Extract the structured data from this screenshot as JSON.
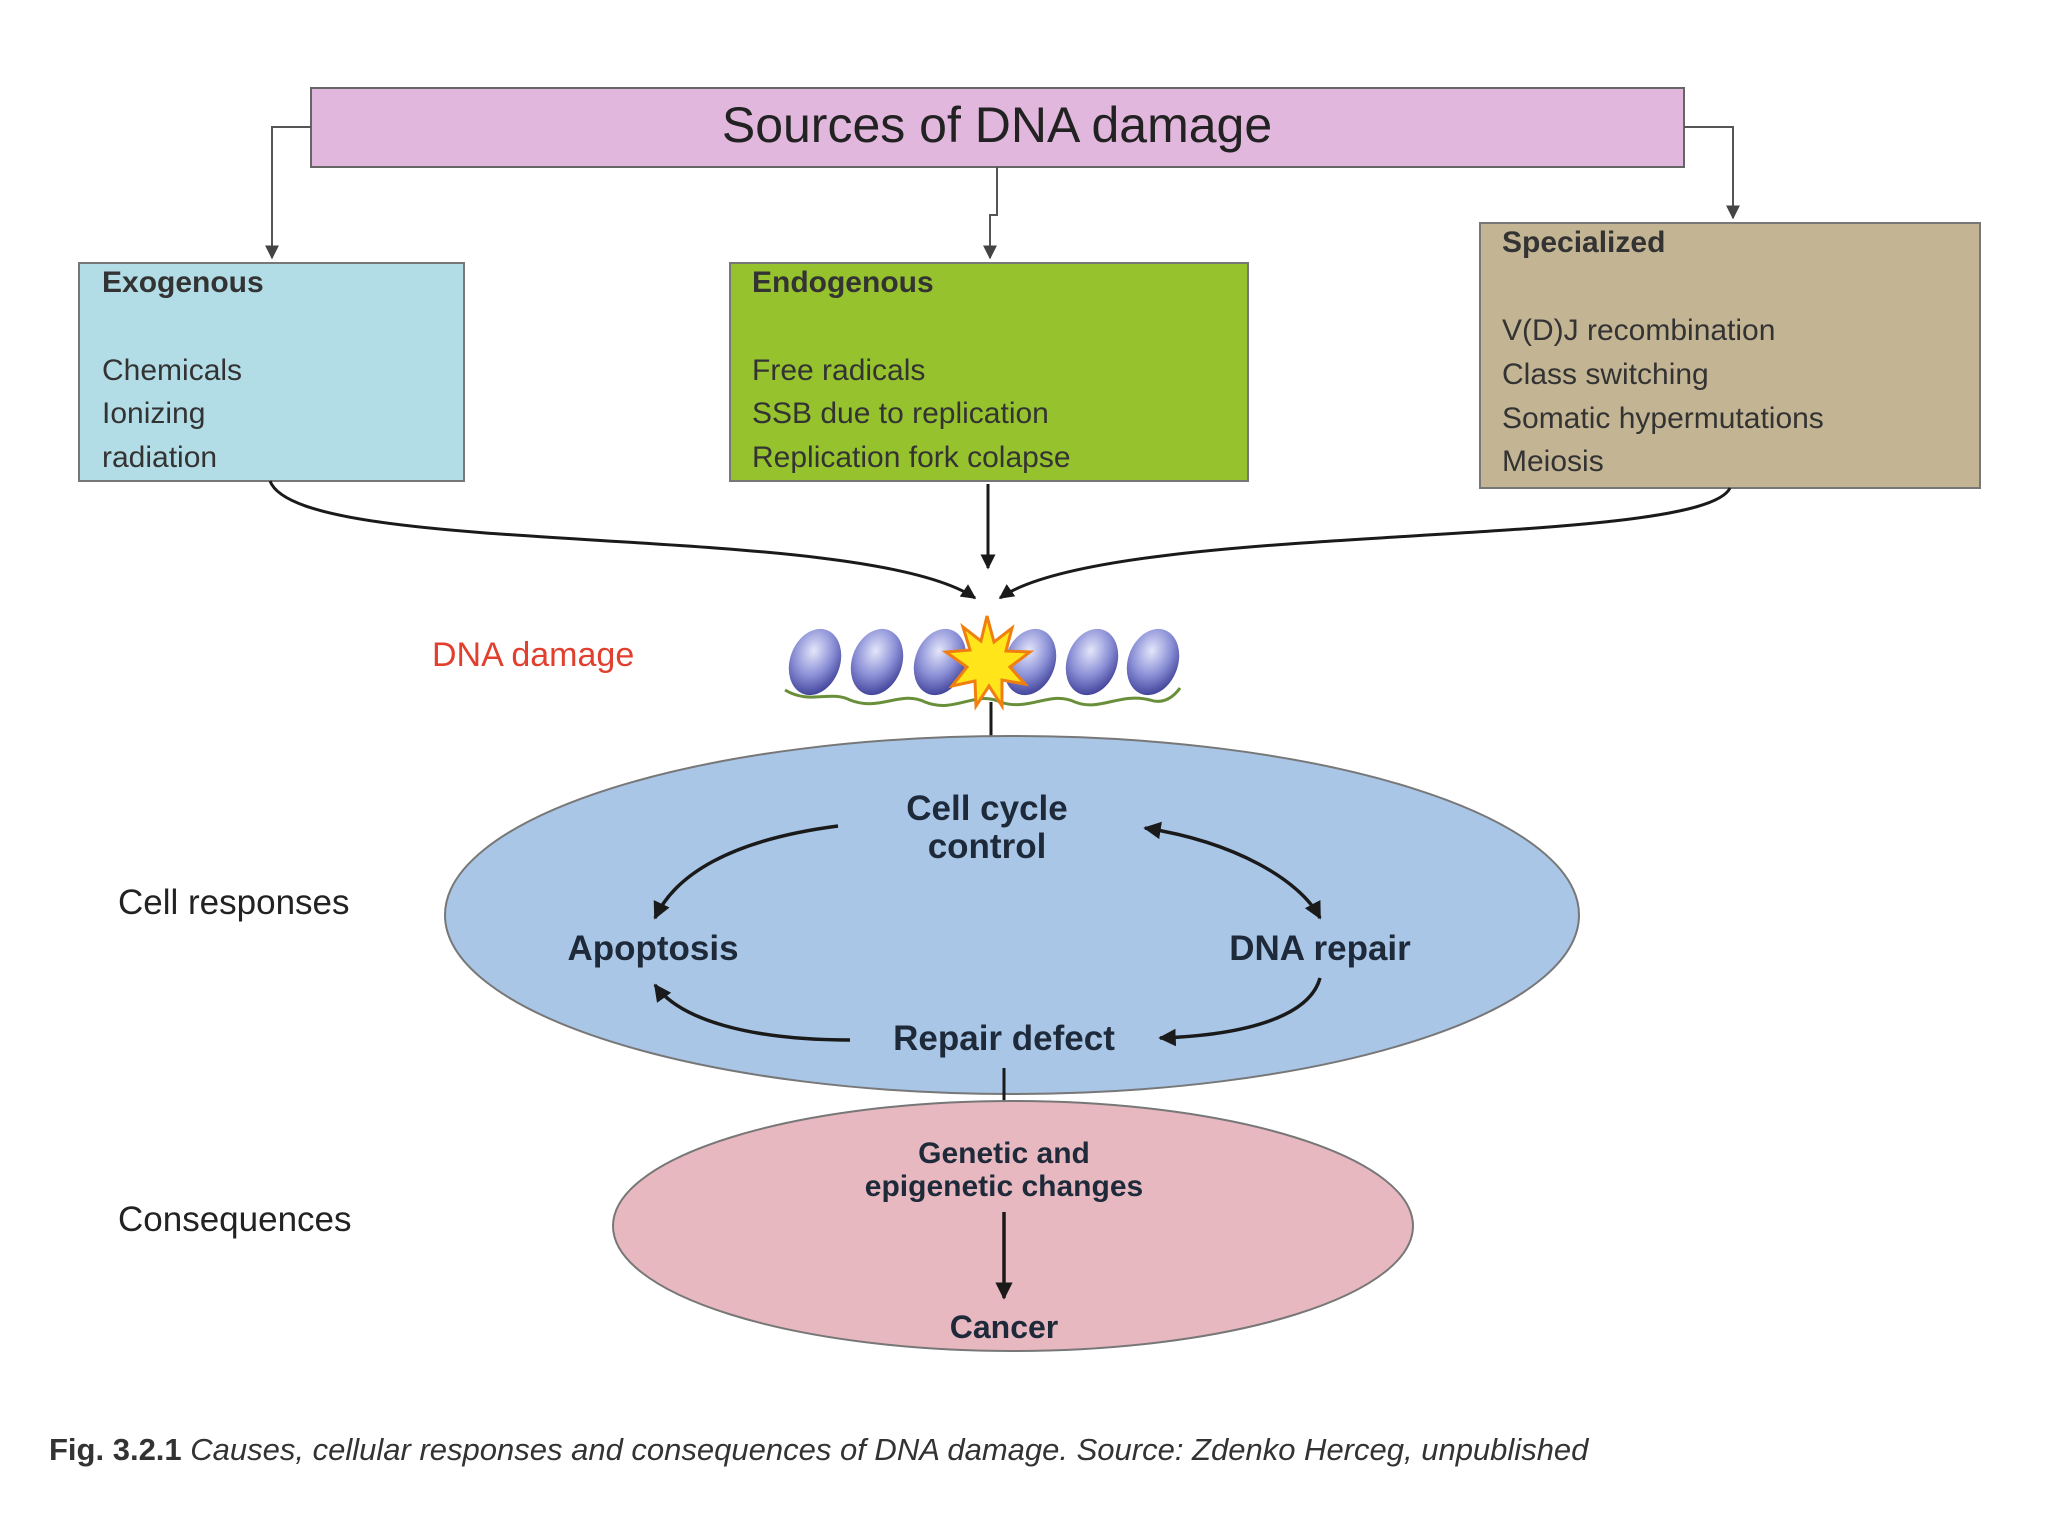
{
  "title": "Sources of DNA damage",
  "sources": [
    {
      "heading": "Exogenous",
      "lines": [
        "Chemicals",
        "Ionizing",
        "radiation"
      ],
      "color": "#b3dde6"
    },
    {
      "heading": "Endogenous",
      "lines": [
        "Free radicals",
        "SSB due to replication",
        "Replication fork colapse"
      ],
      "color": "#96c22e"
    },
    {
      "heading": "Specialized",
      "lines": [
        "V(D)J recombination",
        "Class switching",
        "Somatic hypermutations",
        "Meiosis"
      ],
      "color": "#c3b594"
    }
  ],
  "dna_damage_label": "DNA damage",
  "cell_responses": {
    "label": "Cell responses",
    "cell_cycle_control": [
      "Cell cycle",
      "control"
    ],
    "apoptosis": "Apoptosis",
    "dna_repair": "DNA repair",
    "repair_defect": "Repair defect",
    "color": "#a9c6e6"
  },
  "consequences": {
    "label": "Consequences",
    "changes": [
      "Genetic and",
      "epigenetic changes"
    ],
    "cancer": "Cancer",
    "color": "#e8b8c0"
  },
  "colors": {
    "title_box": "#e2b7dd",
    "dna_damage_label": "#e2402f",
    "arrow": "#1a1a1a"
  },
  "caption": {
    "fig": "Fig. 3.2.1",
    "text": "Causes, cellular responses and consequences of DNA damage. Source: Zdenko Herceg, unpublished"
  }
}
